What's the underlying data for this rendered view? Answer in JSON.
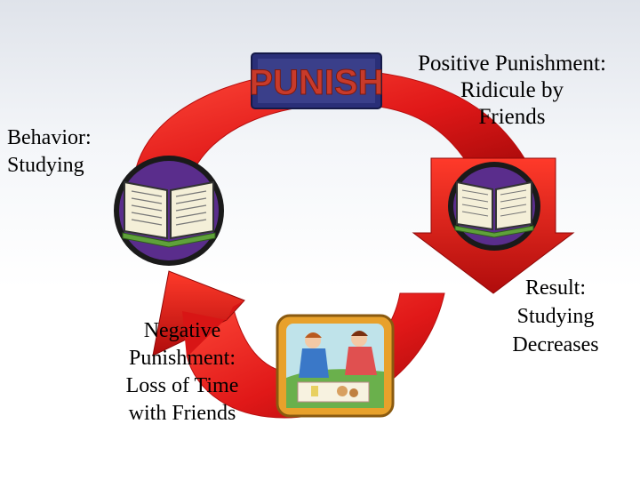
{
  "diagram": {
    "behavior": {
      "line1": "Behavior:",
      "line2": "Studying"
    },
    "punish_sign": {
      "text": "PUNISH"
    },
    "positive_punishment": {
      "line1": "Positive Punishment:",
      "line2": "Ridicule by",
      "line3": "Friends"
    },
    "result": {
      "line1": "Result:",
      "line2": "Studying",
      "line3": "Decreases"
    },
    "negative_punishment": {
      "line1": "Negative",
      "line2": "Punishment:",
      "line3": "Loss of Time",
      "line4": "with Friends"
    }
  },
  "colors": {
    "arrow": "#e01818",
    "arrow_dark": "#a00808",
    "sign_bg": "#2a2f78",
    "sign_text": "#c83a2a",
    "book_frame": "#5a2d8c",
    "picnic_frame": "#e8a12b"
  }
}
